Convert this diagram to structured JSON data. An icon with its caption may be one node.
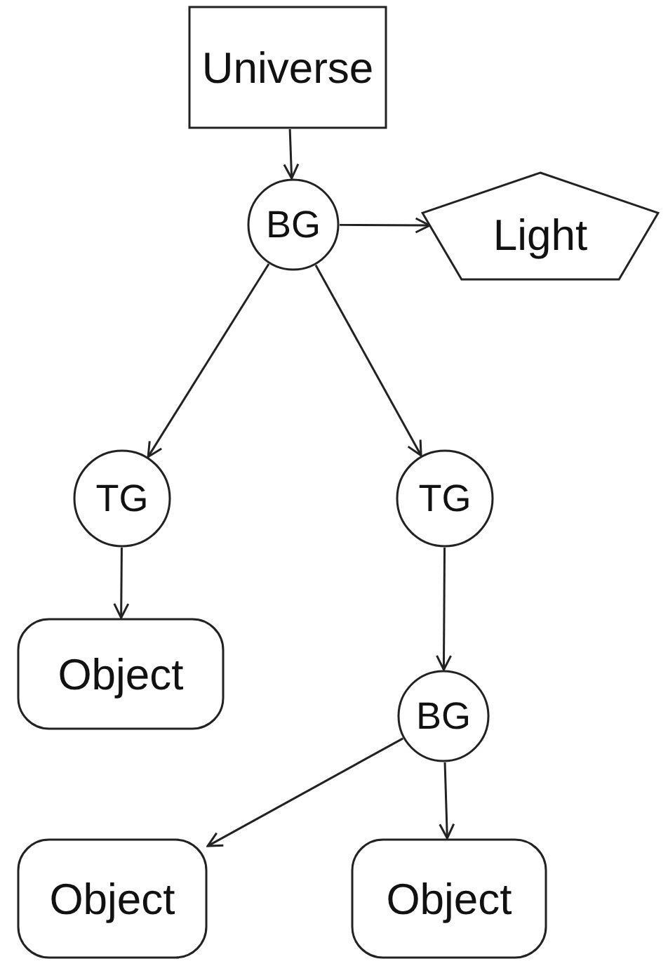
{
  "diagram": {
    "nodes": [
      {
        "text": [
          "Universe"
        ]
      },
      {
        "text": [
          "BG"
        ]
      },
      {
        "text": [
          "Light"
        ]
      },
      {
        "text": [
          "TG"
        ]
      },
      {
        "text": [
          "TG"
        ]
      },
      {
        "text": [
          "Object"
        ]
      },
      {
        "text": [
          "BG"
        ]
      },
      {
        "text": [
          "Object"
        ]
      },
      {
        "text": [
          "Object"
        ]
      }
    ],
    "edges": [
      {
        "from": 0,
        "to": 1,
        "arrow": "to"
      },
      {
        "from": 1,
        "to": 2,
        "arrow": "to"
      },
      {
        "from": 1,
        "to": 3,
        "arrow": "to"
      },
      {
        "from": 1,
        "to": 4,
        "arrow": "to"
      },
      {
        "from": 3,
        "to": 5,
        "arrow": "to"
      },
      {
        "from": 4,
        "to": 6,
        "arrow": "to"
      },
      {
        "from": 6,
        "to": 7,
        "arrow": "to"
      },
      {
        "from": 6,
        "to": 8,
        "arrow": "to"
      }
    ]
  }
}
